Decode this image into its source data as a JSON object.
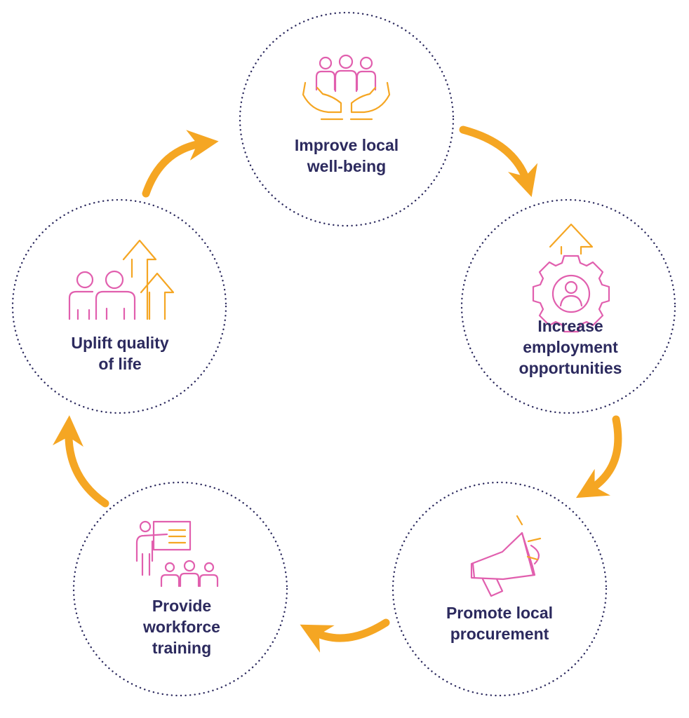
{
  "colors": {
    "accent_orange": "#f5a623",
    "icon_pink": "#e15fae",
    "text_navy": "#2c2a5e",
    "ring_navy": "#2c2a5e"
  },
  "nodes": [
    {
      "line1": "Improve local",
      "line2": "well-being",
      "line3": "",
      "icon": "people-in-hands-icon"
    },
    {
      "line1": "Increase",
      "line2": "employment",
      "line3": "opportunities",
      "icon": "gear-person-arrow-icon"
    },
    {
      "line1": "Promote local",
      "line2": "procurement",
      "line3": "",
      "icon": "megaphone-icon"
    },
    {
      "line1": "Provide",
      "line2": "workforce",
      "line3": "training",
      "icon": "presentation-training-icon"
    },
    {
      "line1": "Uplift quality",
      "line2": "of life",
      "line3": "",
      "icon": "people-growth-arrows-icon"
    }
  ]
}
